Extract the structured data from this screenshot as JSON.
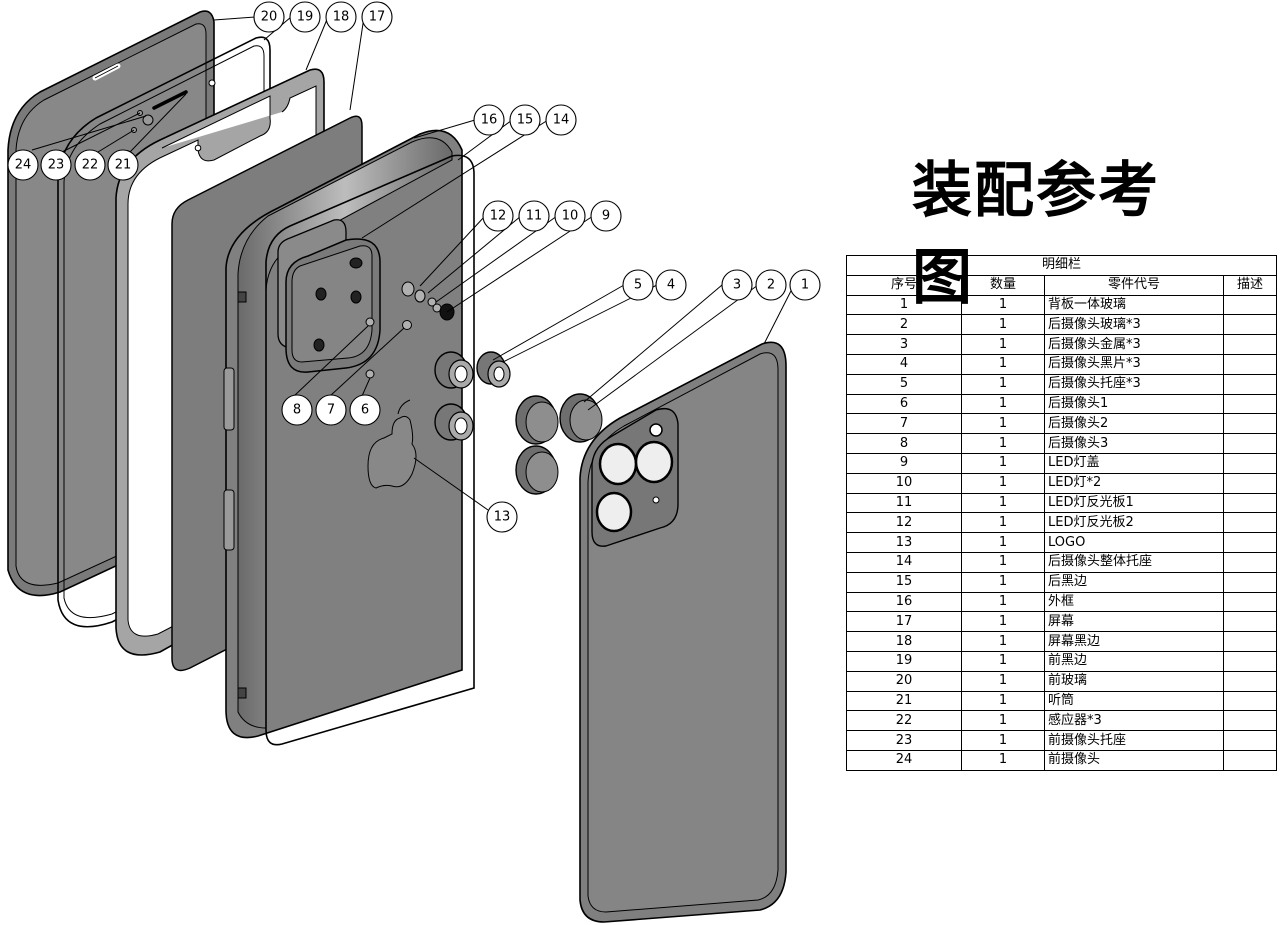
{
  "title": "装配参考图",
  "bom": {
    "caption": "明细栏",
    "headers": [
      "序号",
      "数量",
      "零件代号",
      "描述"
    ],
    "rows": [
      {
        "no": "1",
        "qty": "1",
        "name": "背板一体玻璃",
        "desc": ""
      },
      {
        "no": "2",
        "qty": "1",
        "name": "后摄像头玻璃*3",
        "desc": ""
      },
      {
        "no": "3",
        "qty": "1",
        "name": "后摄像头金属*3",
        "desc": ""
      },
      {
        "no": "4",
        "qty": "1",
        "name": "后摄像头黑片*3",
        "desc": ""
      },
      {
        "no": "5",
        "qty": "1",
        "name": "后摄像头托座*3",
        "desc": ""
      },
      {
        "no": "6",
        "qty": "1",
        "name": "后摄像头1",
        "desc": ""
      },
      {
        "no": "7",
        "qty": "1",
        "name": "后摄像头2",
        "desc": ""
      },
      {
        "no": "8",
        "qty": "1",
        "name": "后摄像头3",
        "desc": ""
      },
      {
        "no": "9",
        "qty": "1",
        "name": "LED灯盖",
        "desc": ""
      },
      {
        "no": "10",
        "qty": "1",
        "name": "LED灯*2",
        "desc": ""
      },
      {
        "no": "11",
        "qty": "1",
        "name": "LED灯反光板1",
        "desc": ""
      },
      {
        "no": "12",
        "qty": "1",
        "name": "LED灯反光板2",
        "desc": ""
      },
      {
        "no": "13",
        "qty": "1",
        "name": "LOGO",
        "desc": ""
      },
      {
        "no": "14",
        "qty": "1",
        "name": "后摄像头整体托座",
        "desc": ""
      },
      {
        "no": "15",
        "qty": "1",
        "name": "后黑边",
        "desc": ""
      },
      {
        "no": "16",
        "qty": "1",
        "name": "外框",
        "desc": ""
      },
      {
        "no": "17",
        "qty": "1",
        "name": "屏幕",
        "desc": ""
      },
      {
        "no": "18",
        "qty": "1",
        "name": "屏幕黑边",
        "desc": ""
      },
      {
        "no": "19",
        "qty": "1",
        "name": "前黑边",
        "desc": ""
      },
      {
        "no": "20",
        "qty": "1",
        "name": "前玻璃",
        "desc": ""
      },
      {
        "no": "21",
        "qty": "1",
        "name": "听筒",
        "desc": ""
      },
      {
        "no": "22",
        "qty": "1",
        "name": "感应器*3",
        "desc": ""
      },
      {
        "no": "23",
        "qty": "1",
        "name": "前摄像头托座",
        "desc": ""
      },
      {
        "no": "24",
        "qty": "1",
        "name": "前摄像头",
        "desc": ""
      }
    ]
  },
  "callouts": {
    "c1": "1",
    "c2": "2",
    "c3": "3",
    "c4": "4",
    "c5": "5",
    "c6": "6",
    "c7": "7",
    "c8": "8",
    "c9": "9",
    "c10": "10",
    "c11": "11",
    "c12": "12",
    "c13": "13",
    "c14": "14",
    "c15": "15",
    "c16": "16",
    "c17": "17",
    "c18": "18",
    "c19": "19",
    "c20": "20",
    "c21": "21",
    "c22": "22",
    "c23": "23",
    "c24": "24"
  },
  "colors": {
    "part_fill": "#858585",
    "outline": "#000000",
    "highlight": "#c8c8c8",
    "background": "#ffffff"
  }
}
